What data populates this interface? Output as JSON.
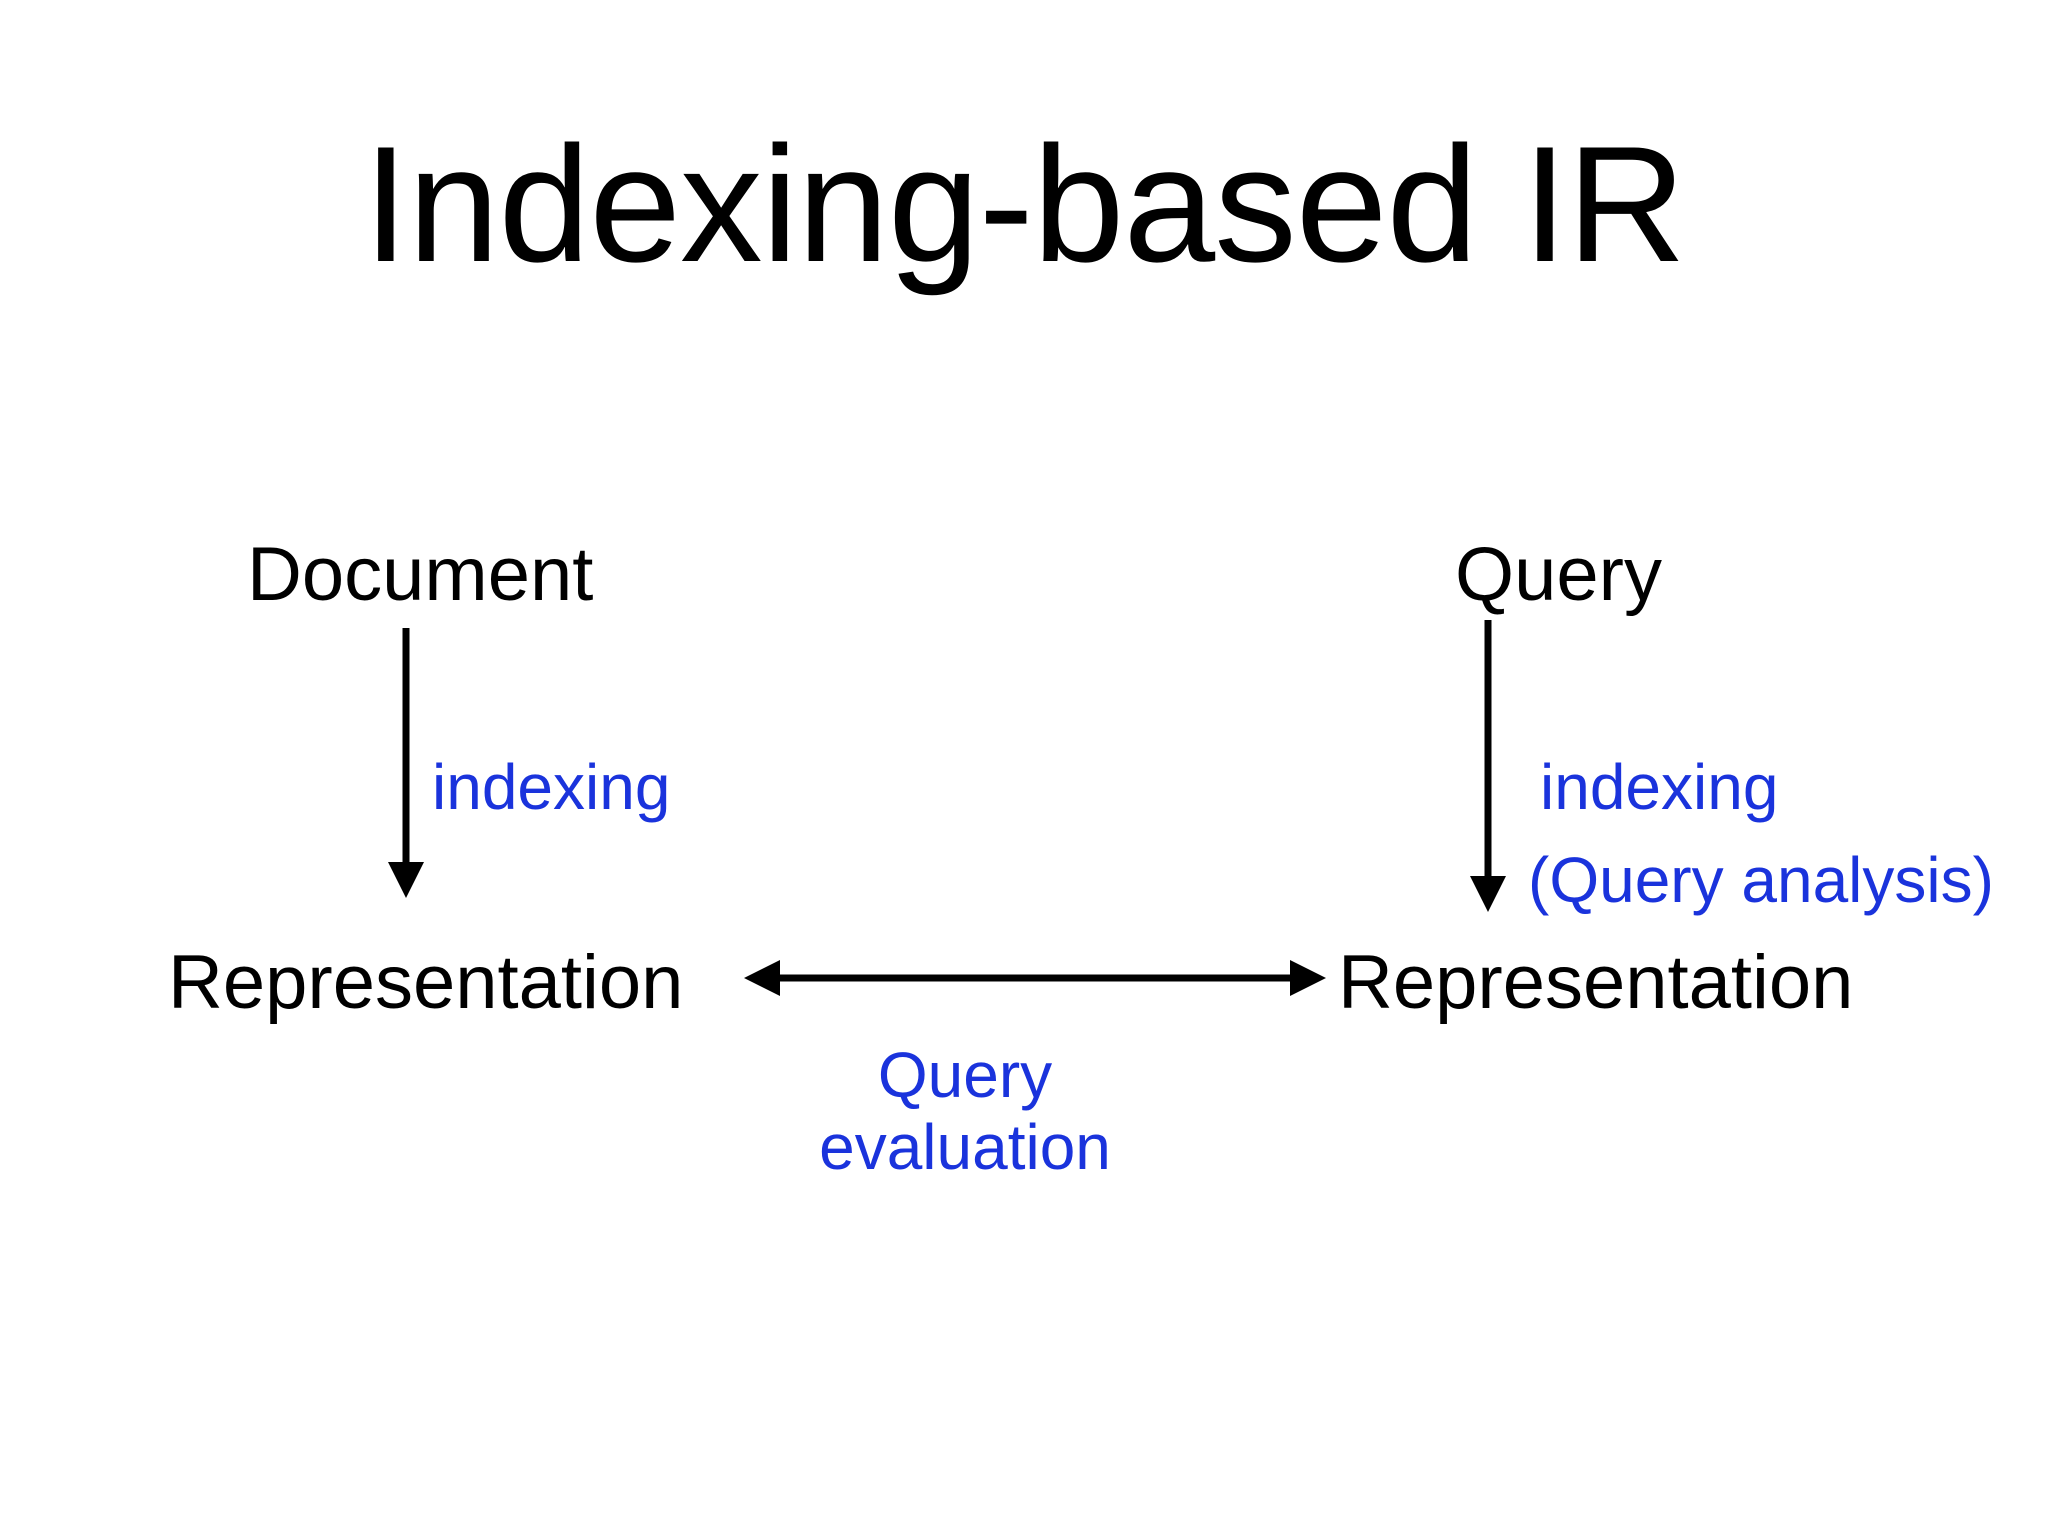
{
  "slide": {
    "title": "Indexing-based IR",
    "background_color": "#ffffff",
    "text_color": "#000000",
    "accent_color": "#1a33dc"
  },
  "diagram": {
    "type": "flow",
    "nodes": {
      "document": "Document",
      "query": "Query",
      "representation_left": "Representation",
      "representation_right": "Representation"
    },
    "edges": {
      "indexing_left": "indexing",
      "indexing_right": "indexing",
      "query_analysis": "(Query  analysis)",
      "query_evaluation": "Query evaluation"
    }
  }
}
